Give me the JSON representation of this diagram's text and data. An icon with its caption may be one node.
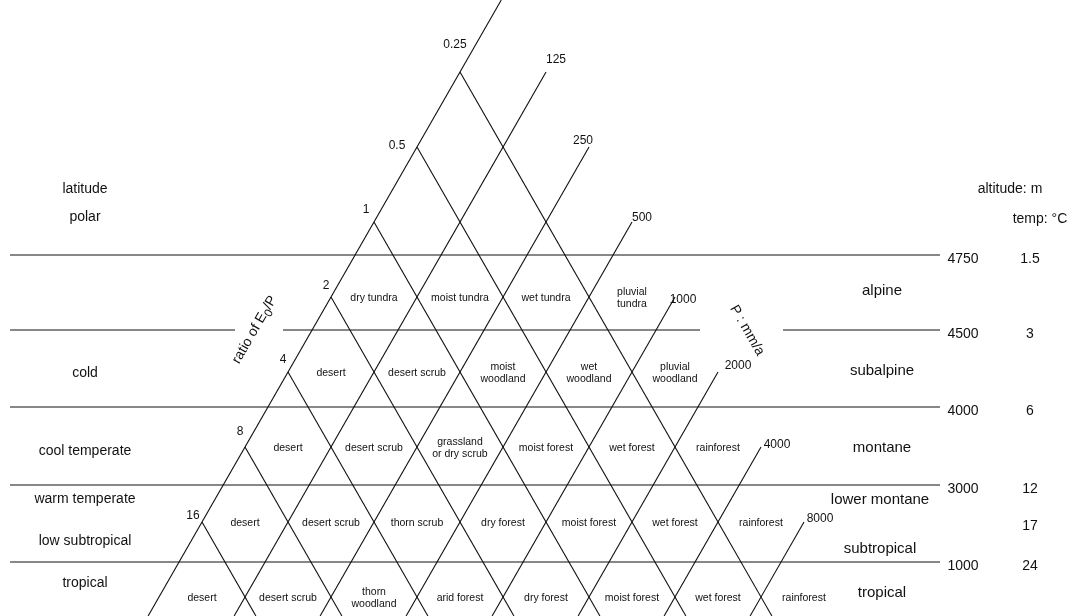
{
  "diagram": {
    "labels": [
      "0.25",
      "125",
      "0.5",
      "250",
      "latitude",
      "altitude: m",
      "polar",
      "1",
      "500",
      "temp: °C",
      "4750",
      "1.5",
      "2",
      "dry tundra",
      "moist tundra",
      "wet tundra",
      "pluvial tundra",
      "1000",
      "alpine",
      "ratio of E$_{0}$/P",
      "P : mm/a",
      "4500",
      "3",
      "cold",
      "4",
      "desert",
      "desert scrub",
      "moist woodland",
      "wet woodland",
      "pluvial woodland",
      "2000",
      "subalpine",
      "4000",
      "6",
      "cool temperate",
      "8",
      "desert",
      "desert scrub",
      "grassland or dry scrub",
      "moist forest",
      "wet forest",
      "rainforest",
      "4000",
      "montane",
      "warm temperate",
      "3000",
      "12",
      "lower montane",
      "16",
      "desert",
      "desert scrub",
      "thorn scrub",
      "dry forest",
      "moist forest",
      "wet forest",
      "rainforest",
      "8000",
      "17",
      "low subtropical",
      "subtropical",
      "1000",
      "24",
      "tropical",
      "desert",
      "desert scrub",
      "thorn woodland",
      "arid forest",
      "dry forest",
      "moist forest",
      "wet forest",
      "rainforest",
      "tropical"
    ]
  }
}
